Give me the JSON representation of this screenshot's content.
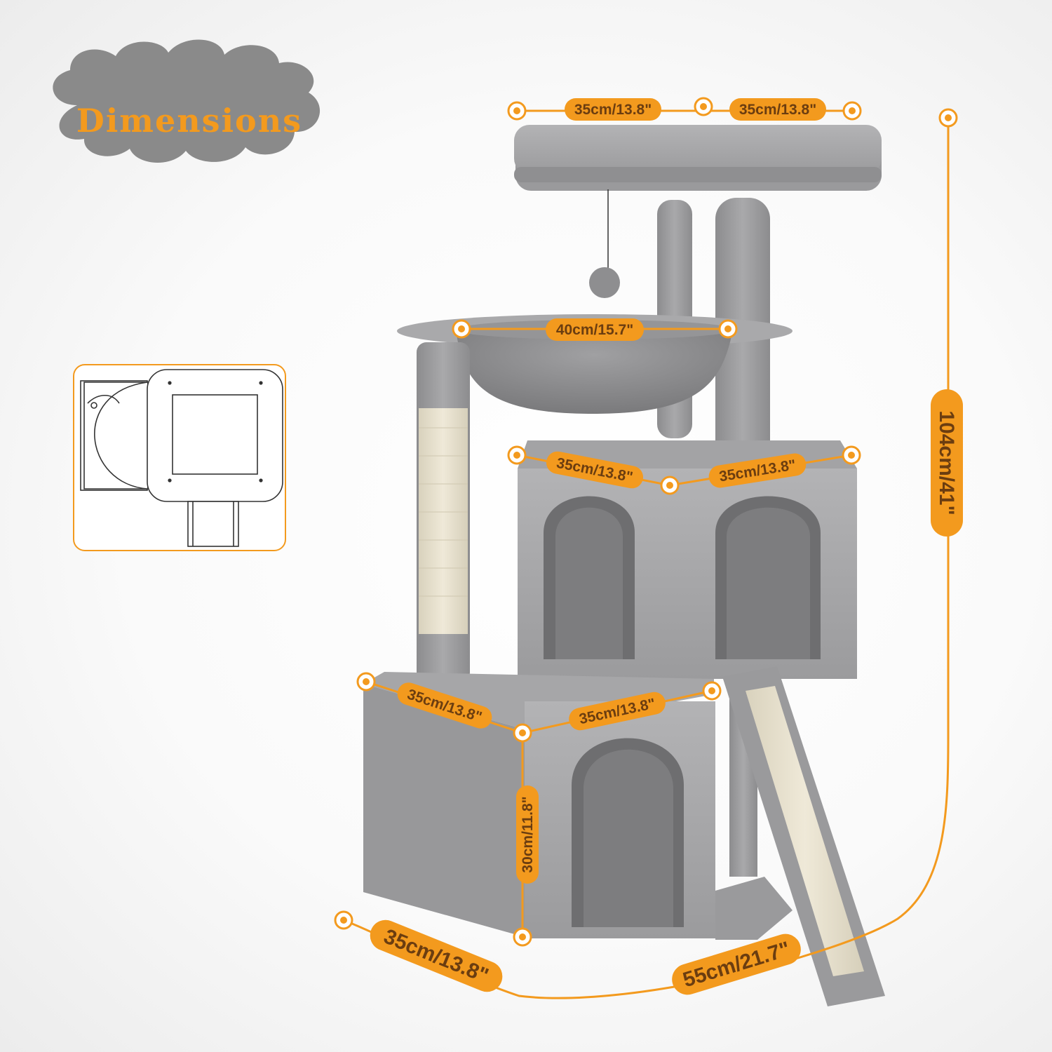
{
  "title": "Dimensions",
  "colors": {
    "accent": "#f39a1e",
    "label_text": "#6b3d10",
    "plush": "#a8a8aa",
    "plush_dark": "#88888a",
    "plush_shade": "#6f6f71",
    "sisal": "#e8e2d0",
    "badge": "#8a8a8a"
  },
  "icons": [
    "cloud-badge",
    "top-view-diagram-icon",
    "dimension-endpoint-icon"
  ],
  "dimensions": {
    "top_perch_left": "35cm/13.8\"",
    "top_perch_right": "35cm/13.8\"",
    "basket_width": "40cm/15.7\"",
    "upper_condo_left": "35cm/13.8\"",
    "upper_condo_right": "35cm/13.8\"",
    "lower_condo_left": "35cm/13.8\"",
    "lower_condo_right": "35cm/13.8\"",
    "lower_condo_height": "30cm/11.8\"",
    "base_depth": "35cm/13.8\"",
    "base_width": "55cm/21.7\"",
    "total_height": "104cm/41\""
  }
}
